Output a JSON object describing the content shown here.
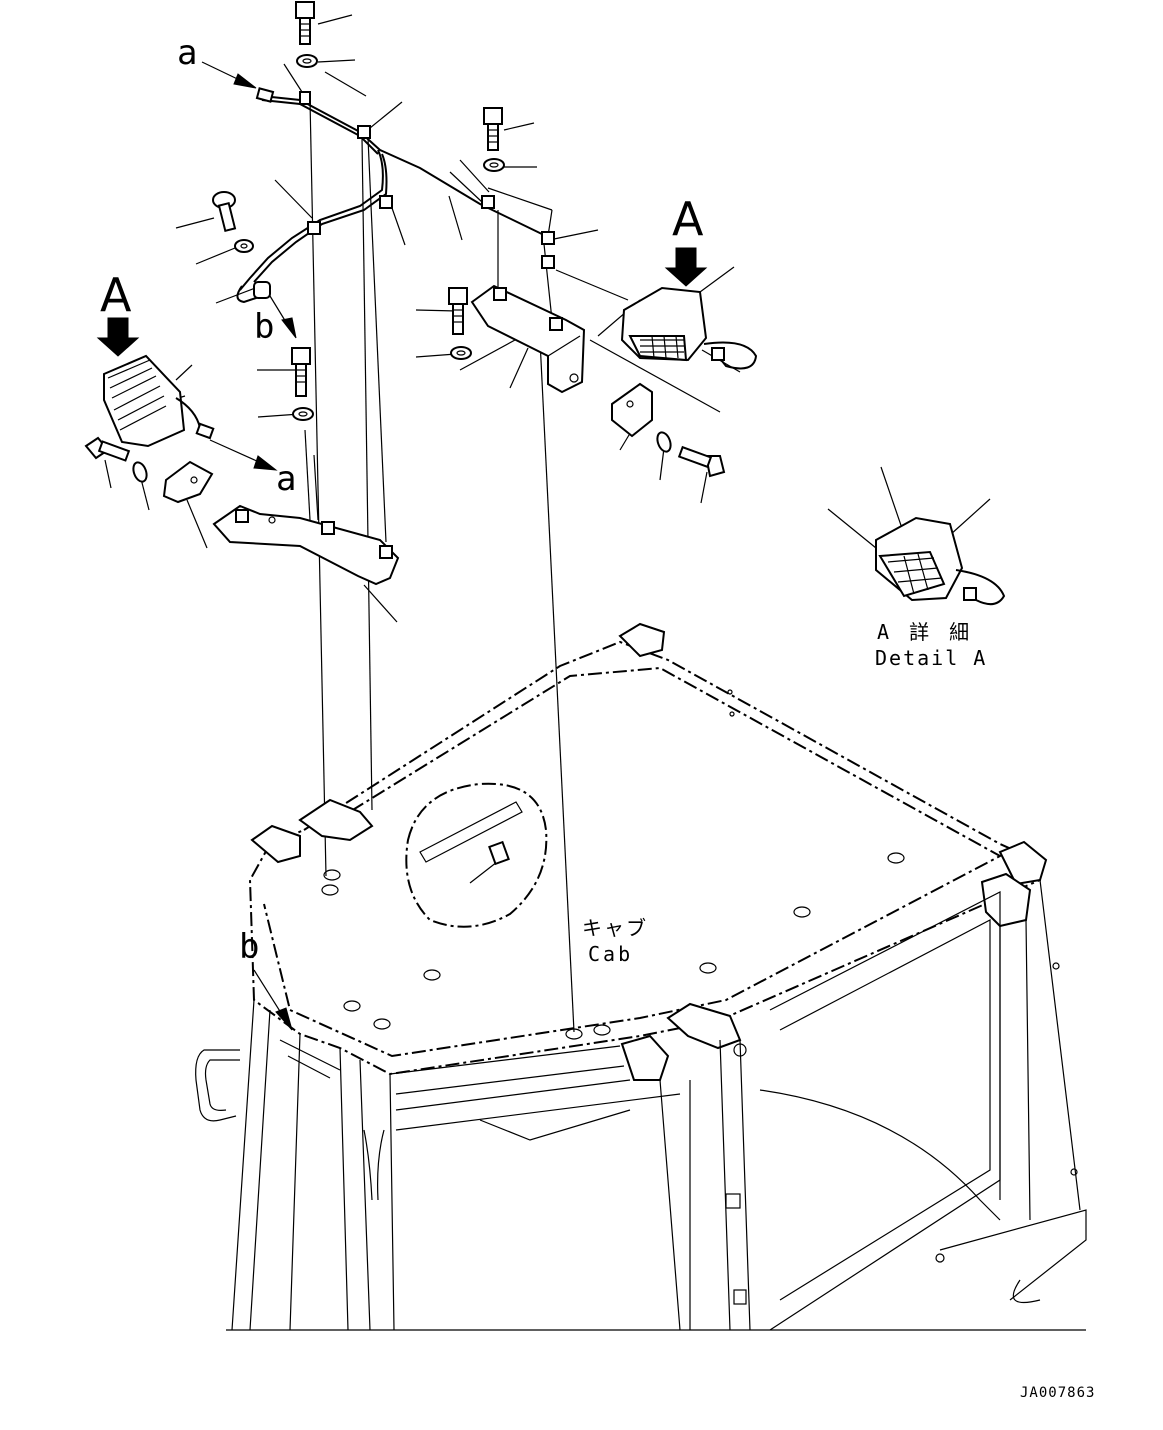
{
  "labels": {
    "view_a_left": "A",
    "view_a_right": "A",
    "conn_a_top": "a",
    "conn_a_bottom": "a",
    "conn_b_upper": "b",
    "conn_b_lower": "b"
  },
  "detail": {
    "title_jp": "A 詳 細",
    "title_en": "Detail A"
  },
  "cab": {
    "label_jp": "キャブ",
    "label_en": "Cab"
  },
  "drawing_code": "JA007863"
}
